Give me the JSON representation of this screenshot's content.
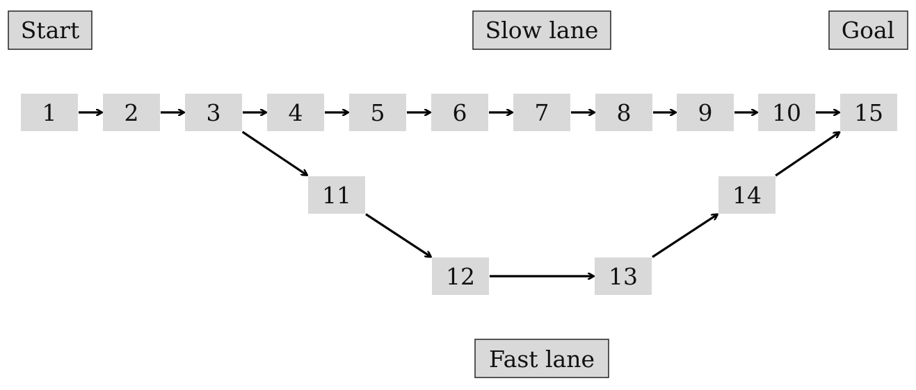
{
  "labels": {
    "start": "Start",
    "slow": "Slow lane",
    "goal": "Goal",
    "fast": "Fast lane"
  },
  "nodes": [
    "1",
    "2",
    "3",
    "4",
    "5",
    "6",
    "7",
    "8",
    "9",
    "10",
    "15",
    "11",
    "12",
    "13",
    "14"
  ],
  "edges": [
    [
      "1",
      "2"
    ],
    [
      "2",
      "3"
    ],
    [
      "3",
      "4"
    ],
    [
      "4",
      "5"
    ],
    [
      "5",
      "6"
    ],
    [
      "6",
      "7"
    ],
    [
      "7",
      "8"
    ],
    [
      "8",
      "9"
    ],
    [
      "9",
      "10"
    ],
    [
      "10",
      "15"
    ],
    [
      "3",
      "11"
    ],
    [
      "11",
      "12"
    ],
    [
      "12",
      "13"
    ],
    [
      "13",
      "14"
    ],
    [
      "14",
      "15"
    ]
  ]
}
